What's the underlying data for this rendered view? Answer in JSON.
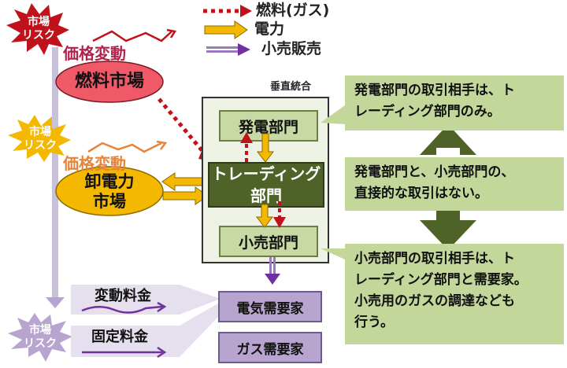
{
  "legend": {
    "items": [
      {
        "label": "燃料(ガス)",
        "icon": "dotted-red-arrow"
      },
      {
        "label": "電力",
        "icon": "yellow-block-arrow"
      },
      {
        "label": "小売販売",
        "icon": "purple-double-arrow"
      }
    ]
  },
  "risk_bursts": {
    "fuel": {
      "line1": "市場",
      "line2": "リスク",
      "color": "#c0121a"
    },
    "wholesale": {
      "line1": "市場",
      "line2": "リスク",
      "color": "#f5b800"
    },
    "retail": {
      "line1": "市場",
      "line2": "リスク",
      "color": "#b7a5cf"
    }
  },
  "price_change": {
    "fuel": {
      "label": "価格変動",
      "color": "#b2224a"
    },
    "wholesale": {
      "label": "価格変動",
      "color": "#e8843a"
    }
  },
  "markets": {
    "fuel": {
      "label": "燃料市場",
      "color": "#f05a68"
    },
    "wholesale": {
      "line1": "卸電力",
      "line2": "市場",
      "color": "#f5b800"
    }
  },
  "vertical_integration": {
    "title": "垂直統合",
    "generation": "発電部門",
    "trading": {
      "line1": "トレーディング",
      "line2": "部門"
    },
    "retail": "小売部門"
  },
  "callouts": {
    "generation": {
      "line1": "発電部門の取引相手は、ト",
      "line2": "レーディング部門のみ。"
    },
    "middle": {
      "line1": "発電部門と、小売部門の、",
      "line2": "直接的な取引はない。"
    },
    "retail": {
      "line1": "小売部門の取引相手は、ト",
      "line2": "レーディング部門と需要家。",
      "line3": "小売用のガスの調達なども",
      "line4": "行う。"
    }
  },
  "fees": {
    "variable": "変動料金",
    "fixed": "固定料金"
  },
  "customers": {
    "electric": "電気需要家",
    "gas": "ガス需要家"
  },
  "colors": {
    "fuel_arrow": "#c0121a",
    "power_arrow": "#f5b800",
    "retail_arrow": "#7030a0",
    "dark_green": "#4f6228",
    "light_green": "#c4d79b"
  }
}
